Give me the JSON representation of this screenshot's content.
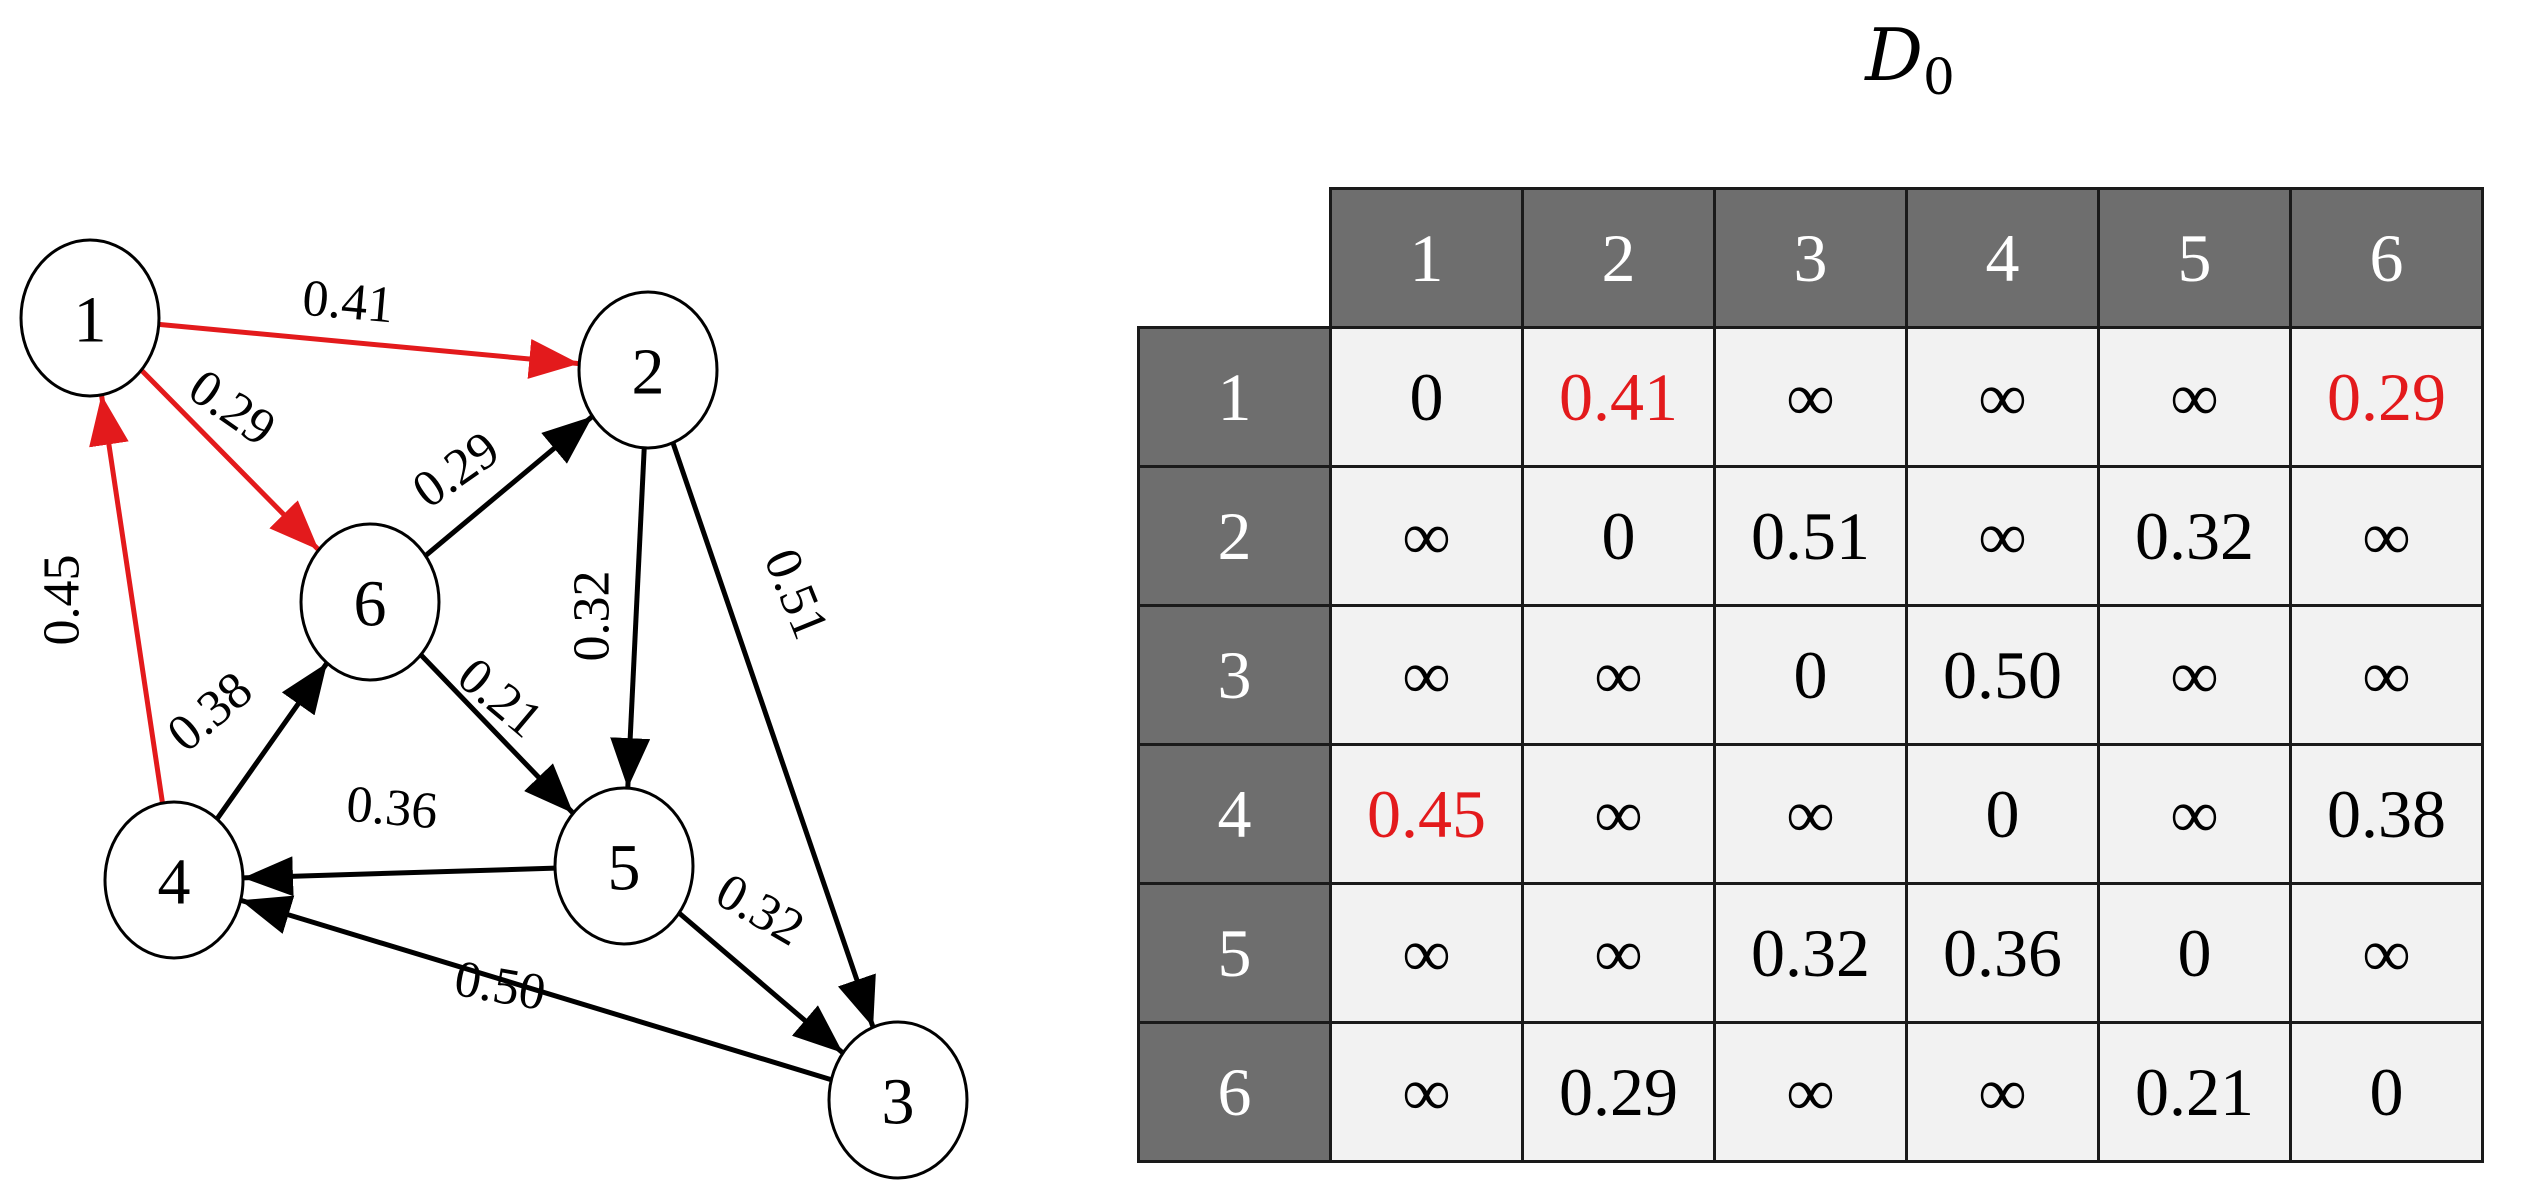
{
  "colors": {
    "highlight": "#e31a1c",
    "edge_default": "#000000",
    "header_bg": "#6e6e6e",
    "cell_bg": "#f2f2f2"
  },
  "graph": {
    "nodes": [
      {
        "id": "1",
        "label": "1"
      },
      {
        "id": "2",
        "label": "2"
      },
      {
        "id": "3",
        "label": "3"
      },
      {
        "id": "4",
        "label": "4"
      },
      {
        "id": "5",
        "label": "5"
      },
      {
        "id": "6",
        "label": "6"
      }
    ],
    "edges": [
      {
        "from": "1",
        "to": "2",
        "weight": "0.41",
        "highlight": true
      },
      {
        "from": "1",
        "to": "6",
        "weight": "0.29",
        "highlight": true
      },
      {
        "from": "4",
        "to": "1",
        "weight": "0.45",
        "highlight": true
      },
      {
        "from": "6",
        "to": "2",
        "weight": "0.29",
        "highlight": false
      },
      {
        "from": "2",
        "to": "5",
        "weight": "0.32",
        "highlight": false
      },
      {
        "from": "2",
        "to": "3",
        "weight": "0.51",
        "highlight": false
      },
      {
        "from": "4",
        "to": "6",
        "weight": "0.38",
        "highlight": false
      },
      {
        "from": "6",
        "to": "5",
        "weight": "0.21",
        "highlight": false
      },
      {
        "from": "5",
        "to": "4",
        "weight": "0.36",
        "highlight": false
      },
      {
        "from": "5",
        "to": "3",
        "weight": "0.32",
        "highlight": false
      },
      {
        "from": "3",
        "to": "4",
        "weight": "0.50",
        "highlight": false
      }
    ]
  },
  "matrix": {
    "title_symbol": "D",
    "title_subscript": "0",
    "column_headers": [
      "1",
      "2",
      "3",
      "4",
      "5",
      "6"
    ],
    "rows": [
      {
        "header": "1",
        "cells": [
          {
            "value": "0",
            "highlight": false
          },
          {
            "value": "0.41",
            "highlight": true
          },
          {
            "value": "∞",
            "highlight": false
          },
          {
            "value": "∞",
            "highlight": false
          },
          {
            "value": "∞",
            "highlight": false
          },
          {
            "value": "0.29",
            "highlight": true
          }
        ]
      },
      {
        "header": "2",
        "cells": [
          {
            "value": "∞",
            "highlight": false
          },
          {
            "value": "0",
            "highlight": false
          },
          {
            "value": "0.51",
            "highlight": false
          },
          {
            "value": "∞",
            "highlight": false
          },
          {
            "value": "0.32",
            "highlight": false
          },
          {
            "value": "∞",
            "highlight": false
          }
        ]
      },
      {
        "header": "3",
        "cells": [
          {
            "value": "∞",
            "highlight": false
          },
          {
            "value": "∞",
            "highlight": false
          },
          {
            "value": "0",
            "highlight": false
          },
          {
            "value": "0.50",
            "highlight": false
          },
          {
            "value": "∞",
            "highlight": false
          },
          {
            "value": "∞",
            "highlight": false
          }
        ]
      },
      {
        "header": "4",
        "cells": [
          {
            "value": "0.45",
            "highlight": true
          },
          {
            "value": "∞",
            "highlight": false
          },
          {
            "value": "∞",
            "highlight": false
          },
          {
            "value": "0",
            "highlight": false
          },
          {
            "value": "∞",
            "highlight": false
          },
          {
            "value": "0.38",
            "highlight": false
          }
        ]
      },
      {
        "header": "5",
        "cells": [
          {
            "value": "∞",
            "highlight": false
          },
          {
            "value": "∞",
            "highlight": false
          },
          {
            "value": "0.32",
            "highlight": false
          },
          {
            "value": "0.36",
            "highlight": false
          },
          {
            "value": "0",
            "highlight": false
          },
          {
            "value": "∞",
            "highlight": false
          }
        ]
      },
      {
        "header": "6",
        "cells": [
          {
            "value": "∞",
            "highlight": false
          },
          {
            "value": "0.29",
            "highlight": false
          },
          {
            "value": "∞",
            "highlight": false
          },
          {
            "value": "∞",
            "highlight": false
          },
          {
            "value": "0.21",
            "highlight": false
          },
          {
            "value": "0",
            "highlight": false
          }
        ]
      }
    ]
  }
}
